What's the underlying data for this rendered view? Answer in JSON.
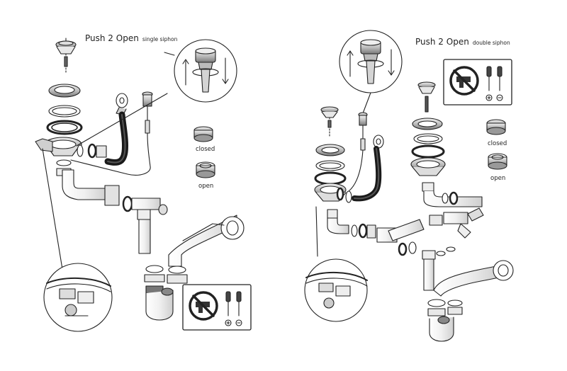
{
  "colors": {
    "stroke": "#222222",
    "metal_light": "#e6e6e6",
    "metal_mid": "#a9a9a9",
    "metal_dark": "#5a5a5a",
    "rubber": "#2a2a2a",
    "background": "#ffffff"
  },
  "single_siphon": {
    "title_main": "Push 2 Open",
    "title_sub": "single siphon",
    "state_closed": "closed",
    "state_open": "open",
    "warning_icon": "no-drill-icon",
    "tool_icons": [
      "screwdriver-plus-icon",
      "screwdriver-minus-icon"
    ]
  },
  "double_siphon": {
    "title_main": "Push 2 Open",
    "title_sub": "double siphon",
    "state_closed": "closed",
    "state_open": "open",
    "warning_icon": "no-drill-icon",
    "tool_icons": [
      "screwdriver-plus-icon",
      "screwdriver-minus-icon"
    ]
  }
}
